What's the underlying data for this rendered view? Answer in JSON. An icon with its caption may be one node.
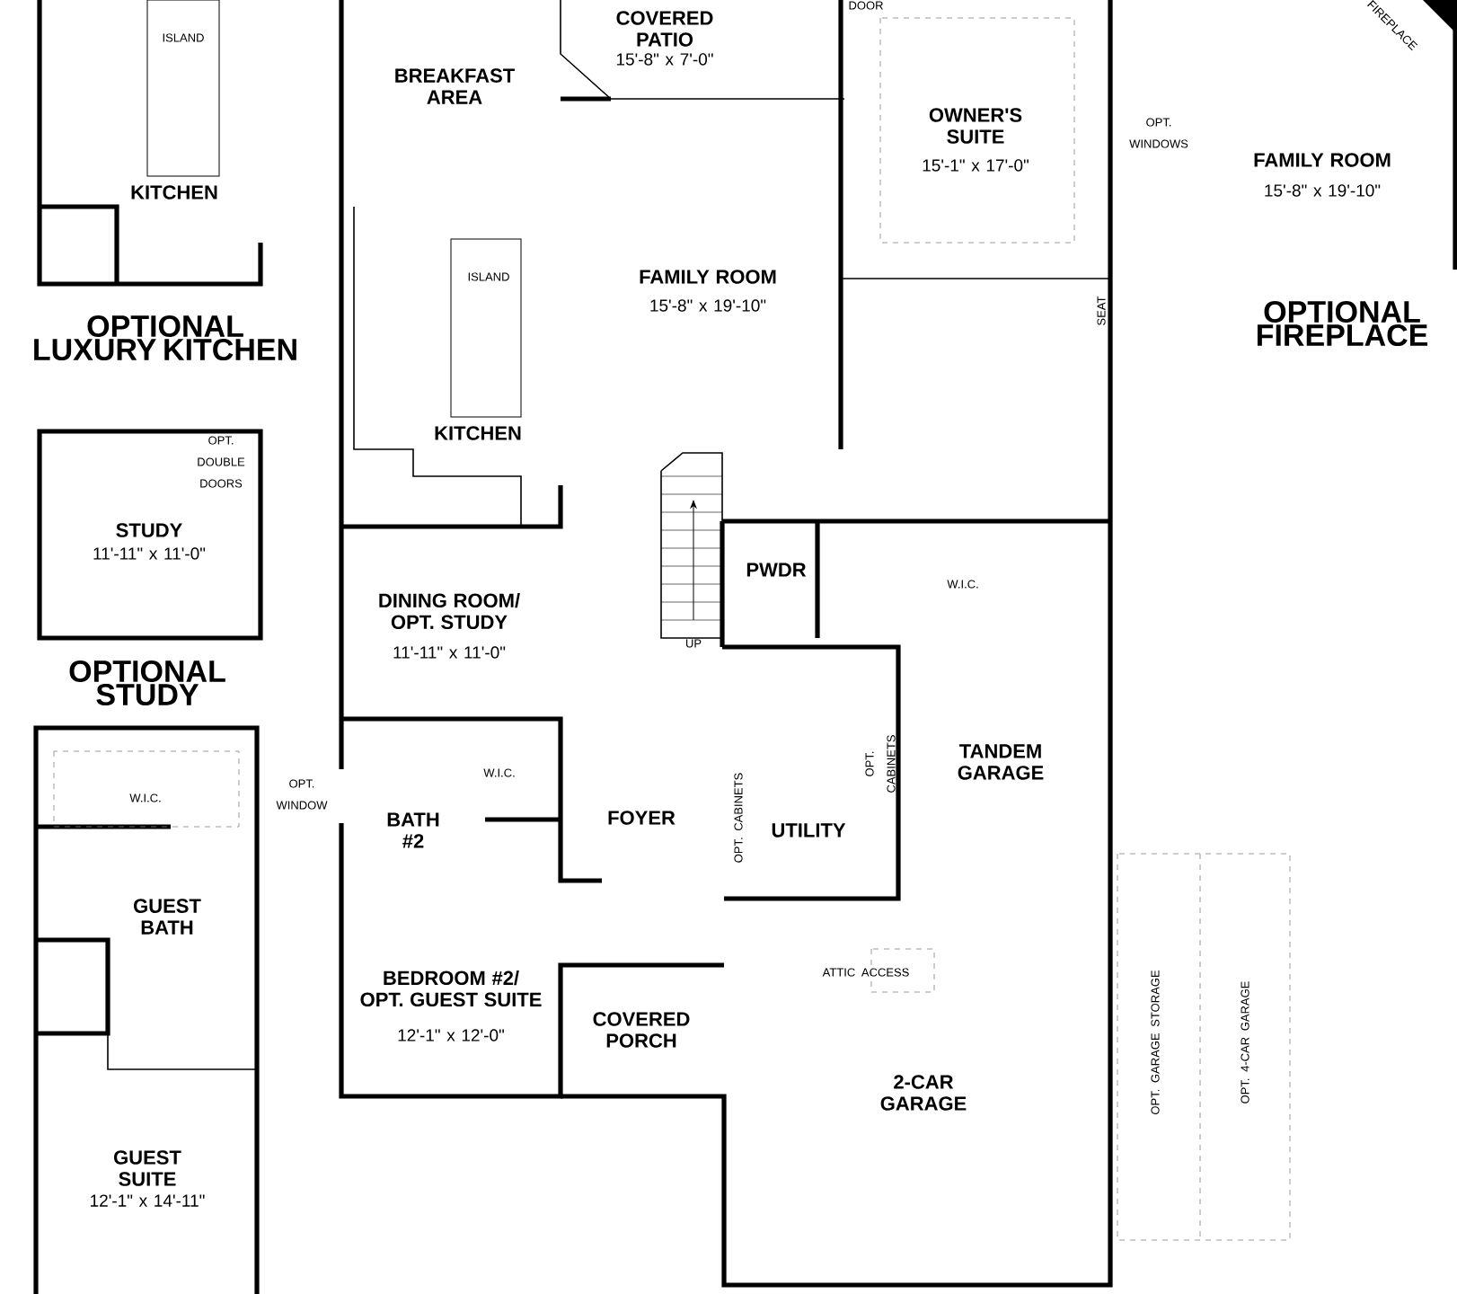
{
  "diagram": {
    "labels": [
      "ISLAND",
      "COVERED PATIO",
      "15'-8\" x 7'-0\"",
      "DOOR",
      "FIREPLACE",
      "BREAKFAST AREA",
      "OWNER'S SUITE",
      "15'-1\" x 17'-0\"",
      "OPT. WINDOWS",
      "KITCHEN",
      "FAMILY ROOM",
      "15'-8\" x 19'-10\"",
      "ISLAND",
      "FAMILY ROOM",
      "15'-8\" x 19'-10\"",
      "OPTIONAL LUXURY KITCHEN",
      "OPTIONAL FIREPLACE",
      "SEAT",
      "KITCHEN",
      "OPT. DOUBLE DOORS",
      "STUDY",
      "11'-11\" x 11'-0\"",
      "PWDR",
      "W.I.C.",
      "DINING ROOM/ OPT. STUDY",
      "11'-11\" x 11'-0\"",
      "UP",
      "OPTIONAL STUDY",
      "W.I.C.",
      "OPT. WINDOW",
      "W.I.C.",
      "BATH #2",
      "FOYER",
      "OPT. CABINETS",
      "UTILITY",
      "OPT. CABINETS",
      "TANDEM GARAGE",
      "GUEST BATH",
      "ATTIC ACCESS",
      "BEDROOM #2/ OPT. GUEST SUITE",
      "12'-1\" x 12'-0\"",
      "COVERED PORCH",
      "OPT. GARAGE STORAGE",
      "OPT. 4-CAR GARAGE",
      "2-CAR GARAGE",
      "GUEST SUITE",
      "12'-1\" x 14'-11\""
    ]
  }
}
